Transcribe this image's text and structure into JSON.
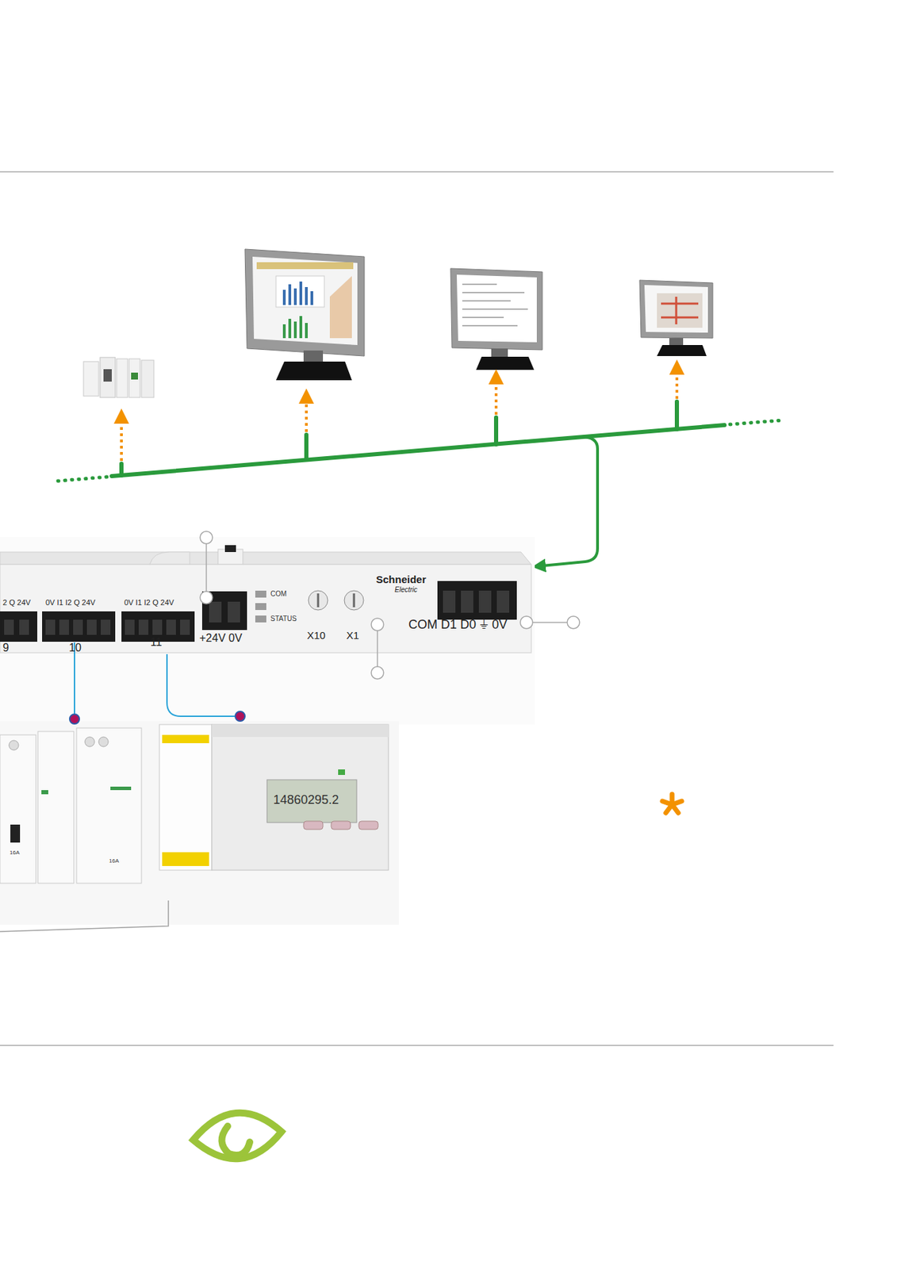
{
  "diagram": {
    "labels": [
      "2 Q 24V",
      "0V I1 I2 Q 24V",
      "0V I1 I2 Q 24V",
      "9",
      "10",
      "11",
      "+24V 0V",
      "COM",
      "STATUS",
      "X10",
      "X1",
      "COM D1 D0 ⏚ 0V",
      "Schneider",
      "Electric",
      "14860295.2",
      "16A",
      "16A"
    ]
  }
}
